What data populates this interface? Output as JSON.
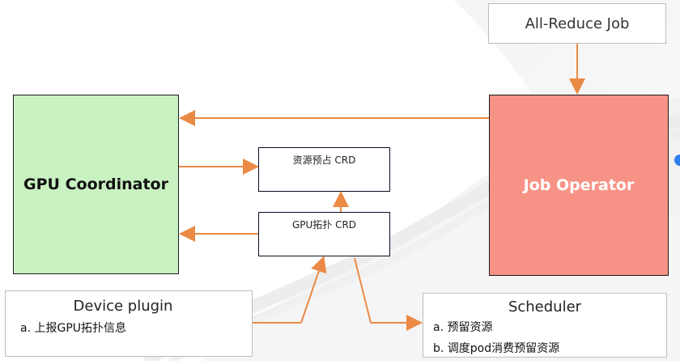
{
  "diagram": {
    "top_box": {
      "label": "All-Reduce Job"
    },
    "left_box": {
      "label": "GPU Coordinator"
    },
    "right_box": {
      "label": "Job Operator"
    },
    "middle_top_box": {
      "label": "资源预占 CRD"
    },
    "middle_bottom_box": {
      "label": "GPU拓扑 CRD"
    },
    "bottom_left_box": {
      "title": "Device plugin",
      "item_a": "a. 上报GPU拓扑信息"
    },
    "bottom_right_box": {
      "title": "Scheduler",
      "item_a": "a. 预留资源",
      "item_b": "b. 调度pod消费预留资源"
    },
    "colors": {
      "arrow": "#ea8a45",
      "gpu_coordinator_fill": "#c9f1c2",
      "job_operator_fill": "#f79386",
      "accent_blue": "#2f80ed"
    }
  }
}
